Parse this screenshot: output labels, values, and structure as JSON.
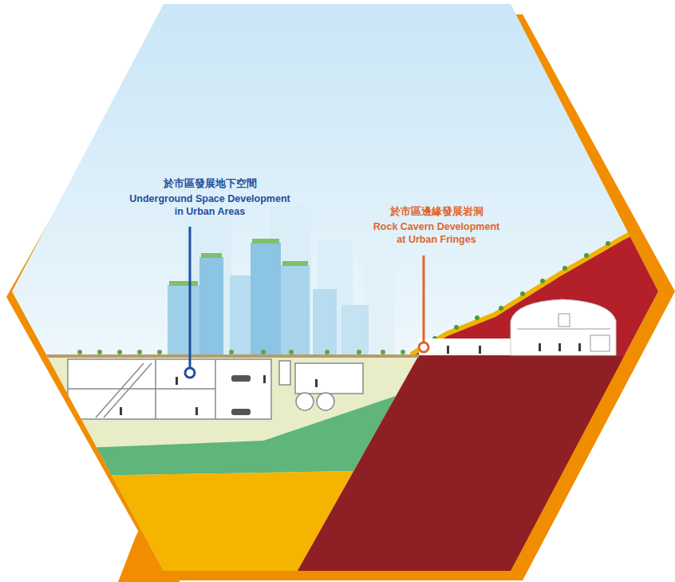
{
  "diagram": {
    "labels": [
      "於市區發展地下空間",
      "Underground Space Development in Urban Areas",
      "於市區邊緣發展岩洞",
      "Rock Cavern Development at Urban Fringes"
    ]
  }
}
